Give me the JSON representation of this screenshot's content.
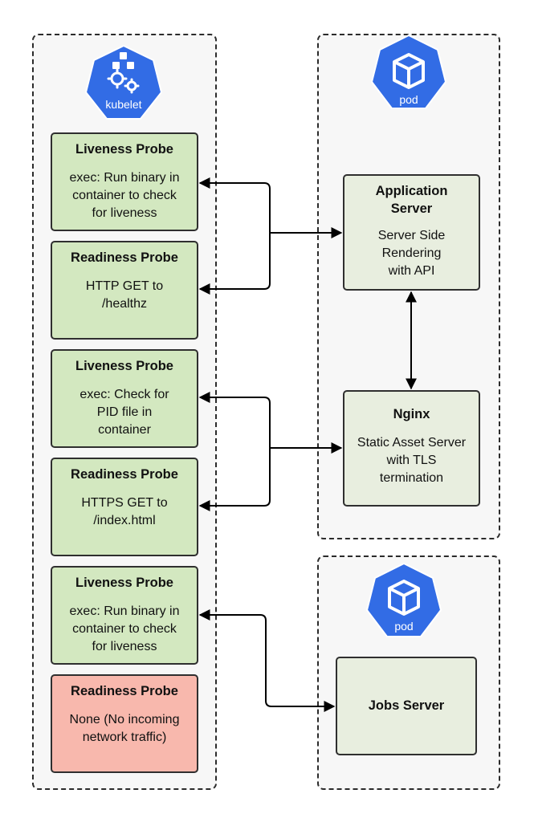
{
  "kubelet": {
    "label": "kubelet",
    "color": "#326ce5"
  },
  "pods": [
    {
      "label": "pod",
      "color": "#326ce5"
    },
    {
      "label": "pod",
      "color": "#326ce5"
    }
  ],
  "probes": [
    {
      "title": "Liveness Probe",
      "text": "exec:  Run binary in\ncontainer to check\nfor liveness",
      "status": "green"
    },
    {
      "title": "Readiness Probe",
      "text": "HTTP GET to\n/healthz",
      "status": "green"
    },
    {
      "title": "Liveness Probe",
      "text": "exec:  Check for\nPID file in\ncontainer",
      "status": "green"
    },
    {
      "title": "Readiness Probe",
      "text": "HTTPS GET to\n/index.html",
      "status": "green"
    },
    {
      "title": "Liveness Probe",
      "text": "exec:  Run binary in\ncontainer to check\nfor liveness",
      "status": "green"
    },
    {
      "title": "Readiness Probe",
      "text": "None (No incoming\nnetwork traffic)",
      "status": "red"
    }
  ],
  "servers": {
    "app": {
      "title": "Application\nServer",
      "text": "Server Side\nRendering\nwith API"
    },
    "nginx": {
      "title": "Nginx",
      "text": "Static Asset Server\nwith TLS\ntermination"
    },
    "jobs": {
      "title": "Jobs Server"
    }
  },
  "colors": {
    "probe_green": "#d3e8c0",
    "probe_red": "#f8b8ad",
    "server_bg": "#e8eedf",
    "k8s_blue": "#326ce5"
  }
}
